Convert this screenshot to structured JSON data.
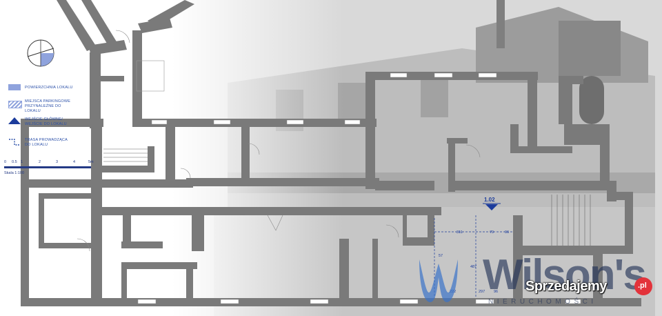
{
  "legend": {
    "items": [
      {
        "icon": "solid-swatch",
        "text": "POWIERZCHNIA LOKALU"
      },
      {
        "icon": "hatched-swatch",
        "text": "MIEJSCA PARKINGOWE PRZYNALEŻNE DO LOKALU"
      },
      {
        "icon": "triangle-icon",
        "text": "WEJŚCIE GŁÓWNE/ WEJŚCIE DO LOKALU"
      },
      {
        "icon": "dashed-route-icon",
        "text": "TRASA PROWADZĄCA DO LOKALU"
      }
    ],
    "colors": {
      "accent": "#8fa3dd",
      "text": "#2a4fa8"
    }
  },
  "scale": {
    "ticks": [
      "0",
      "0.5",
      "1",
      "2",
      "3",
      "4",
      "5m"
    ],
    "label": "Skala 1:100"
  },
  "plan": {
    "unit_number": "1.02",
    "dimensions": [
      "311",
      "79",
      "96",
      "487",
      "222",
      "297",
      "96",
      "57"
    ],
    "colors": {
      "wall": "#7a7a7a",
      "unit": "#1c3c9c"
    }
  },
  "watermark": {
    "brand": "Wilson's",
    "tagline": "NIERUCHOMOŚCI",
    "site": "Sprzedajemy",
    "site_suffix": ".pl",
    "colors": {
      "brand": "#1f2f55",
      "w_logo": "#3a74c9",
      "badge": "#e3333b"
    }
  }
}
